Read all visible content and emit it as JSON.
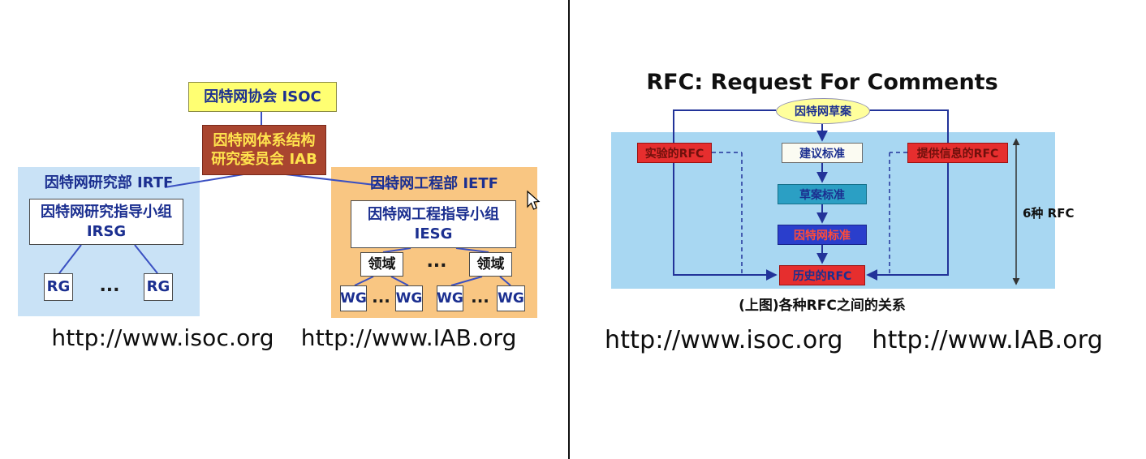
{
  "left_panel": {
    "org_chart": {
      "isoc": "因特网协会 ISOC",
      "iab_line1": "因特网体系结构",
      "iab_line2": "研究委员会 IAB",
      "irtf_title": "因特网研究部 IRTF",
      "irsg_line1": "因特网研究指导小组",
      "irsg_abbr": "IRSG",
      "rg_left": "RG",
      "rg_ellipsis": "...",
      "rg_right": "RG",
      "ietf_title": "因特网工程部 IETF",
      "iesg_line1": "因特网工程指导小组",
      "iesg_abbr": "IESG",
      "area_left": "领域",
      "area_ellipsis": "...",
      "area_right": "领域",
      "wg1": "WG",
      "wg_ellipsis1": "...",
      "wg2": "WG",
      "wg3": "WG",
      "wg_ellipsis2": "...",
      "wg4": "WG"
    },
    "url_isoc": "http://www.isoc.org",
    "url_iab": "http://www.IAB.org"
  },
  "right_panel": {
    "title": "RFC: Request For Comments",
    "flow": {
      "internet_draft": "因特网草案",
      "experimental_rfc": "实验的RFC",
      "proposed_standard": "建议标准",
      "informational_rfc": "提供信息的RFC",
      "draft_standard": "草案标准",
      "internet_standard": "因特网标准",
      "historic_rfc": "历史的RFC",
      "six_kinds_label": "6种 RFC"
    },
    "caption": "(上图)各种RFC之间的关系",
    "url_isoc": "http://www.isoc.org",
    "url_iab": "http://www.IAB.org"
  },
  "colors": {
    "yellow_box": "#ffff72",
    "iab_red": "#a9452f",
    "irtf_blue": "#c9e2f6",
    "ietf_orange": "#f9c682",
    "line_blue": "#3a50c2",
    "flow_bg": "#a8d7f2",
    "red_box": "#e62e2e",
    "teal_box": "#2b9fc4",
    "blue_box": "#2a3ecc",
    "navy": "#1b2f90"
  }
}
